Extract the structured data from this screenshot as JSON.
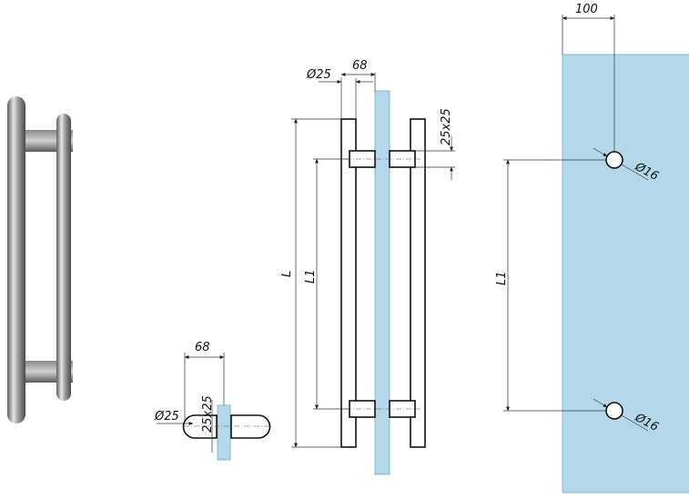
{
  "labels": {
    "side_width": "68",
    "side_diameter": "Ø25",
    "side_standoff": "25x25",
    "front_width": "68",
    "front_diameter": "Ø25",
    "front_standoff": "25x25",
    "length_total": "L",
    "length_centers": "L1",
    "glass_offset": "100",
    "glass_centers": "L1",
    "hole_top": "Ø16",
    "hole_bottom": "Ø16"
  },
  "colors": {
    "glass": "#b4d8ea",
    "metal_dark": "#6d6d6d",
    "metal_light": "#d9d9d9",
    "line": "#111111"
  }
}
